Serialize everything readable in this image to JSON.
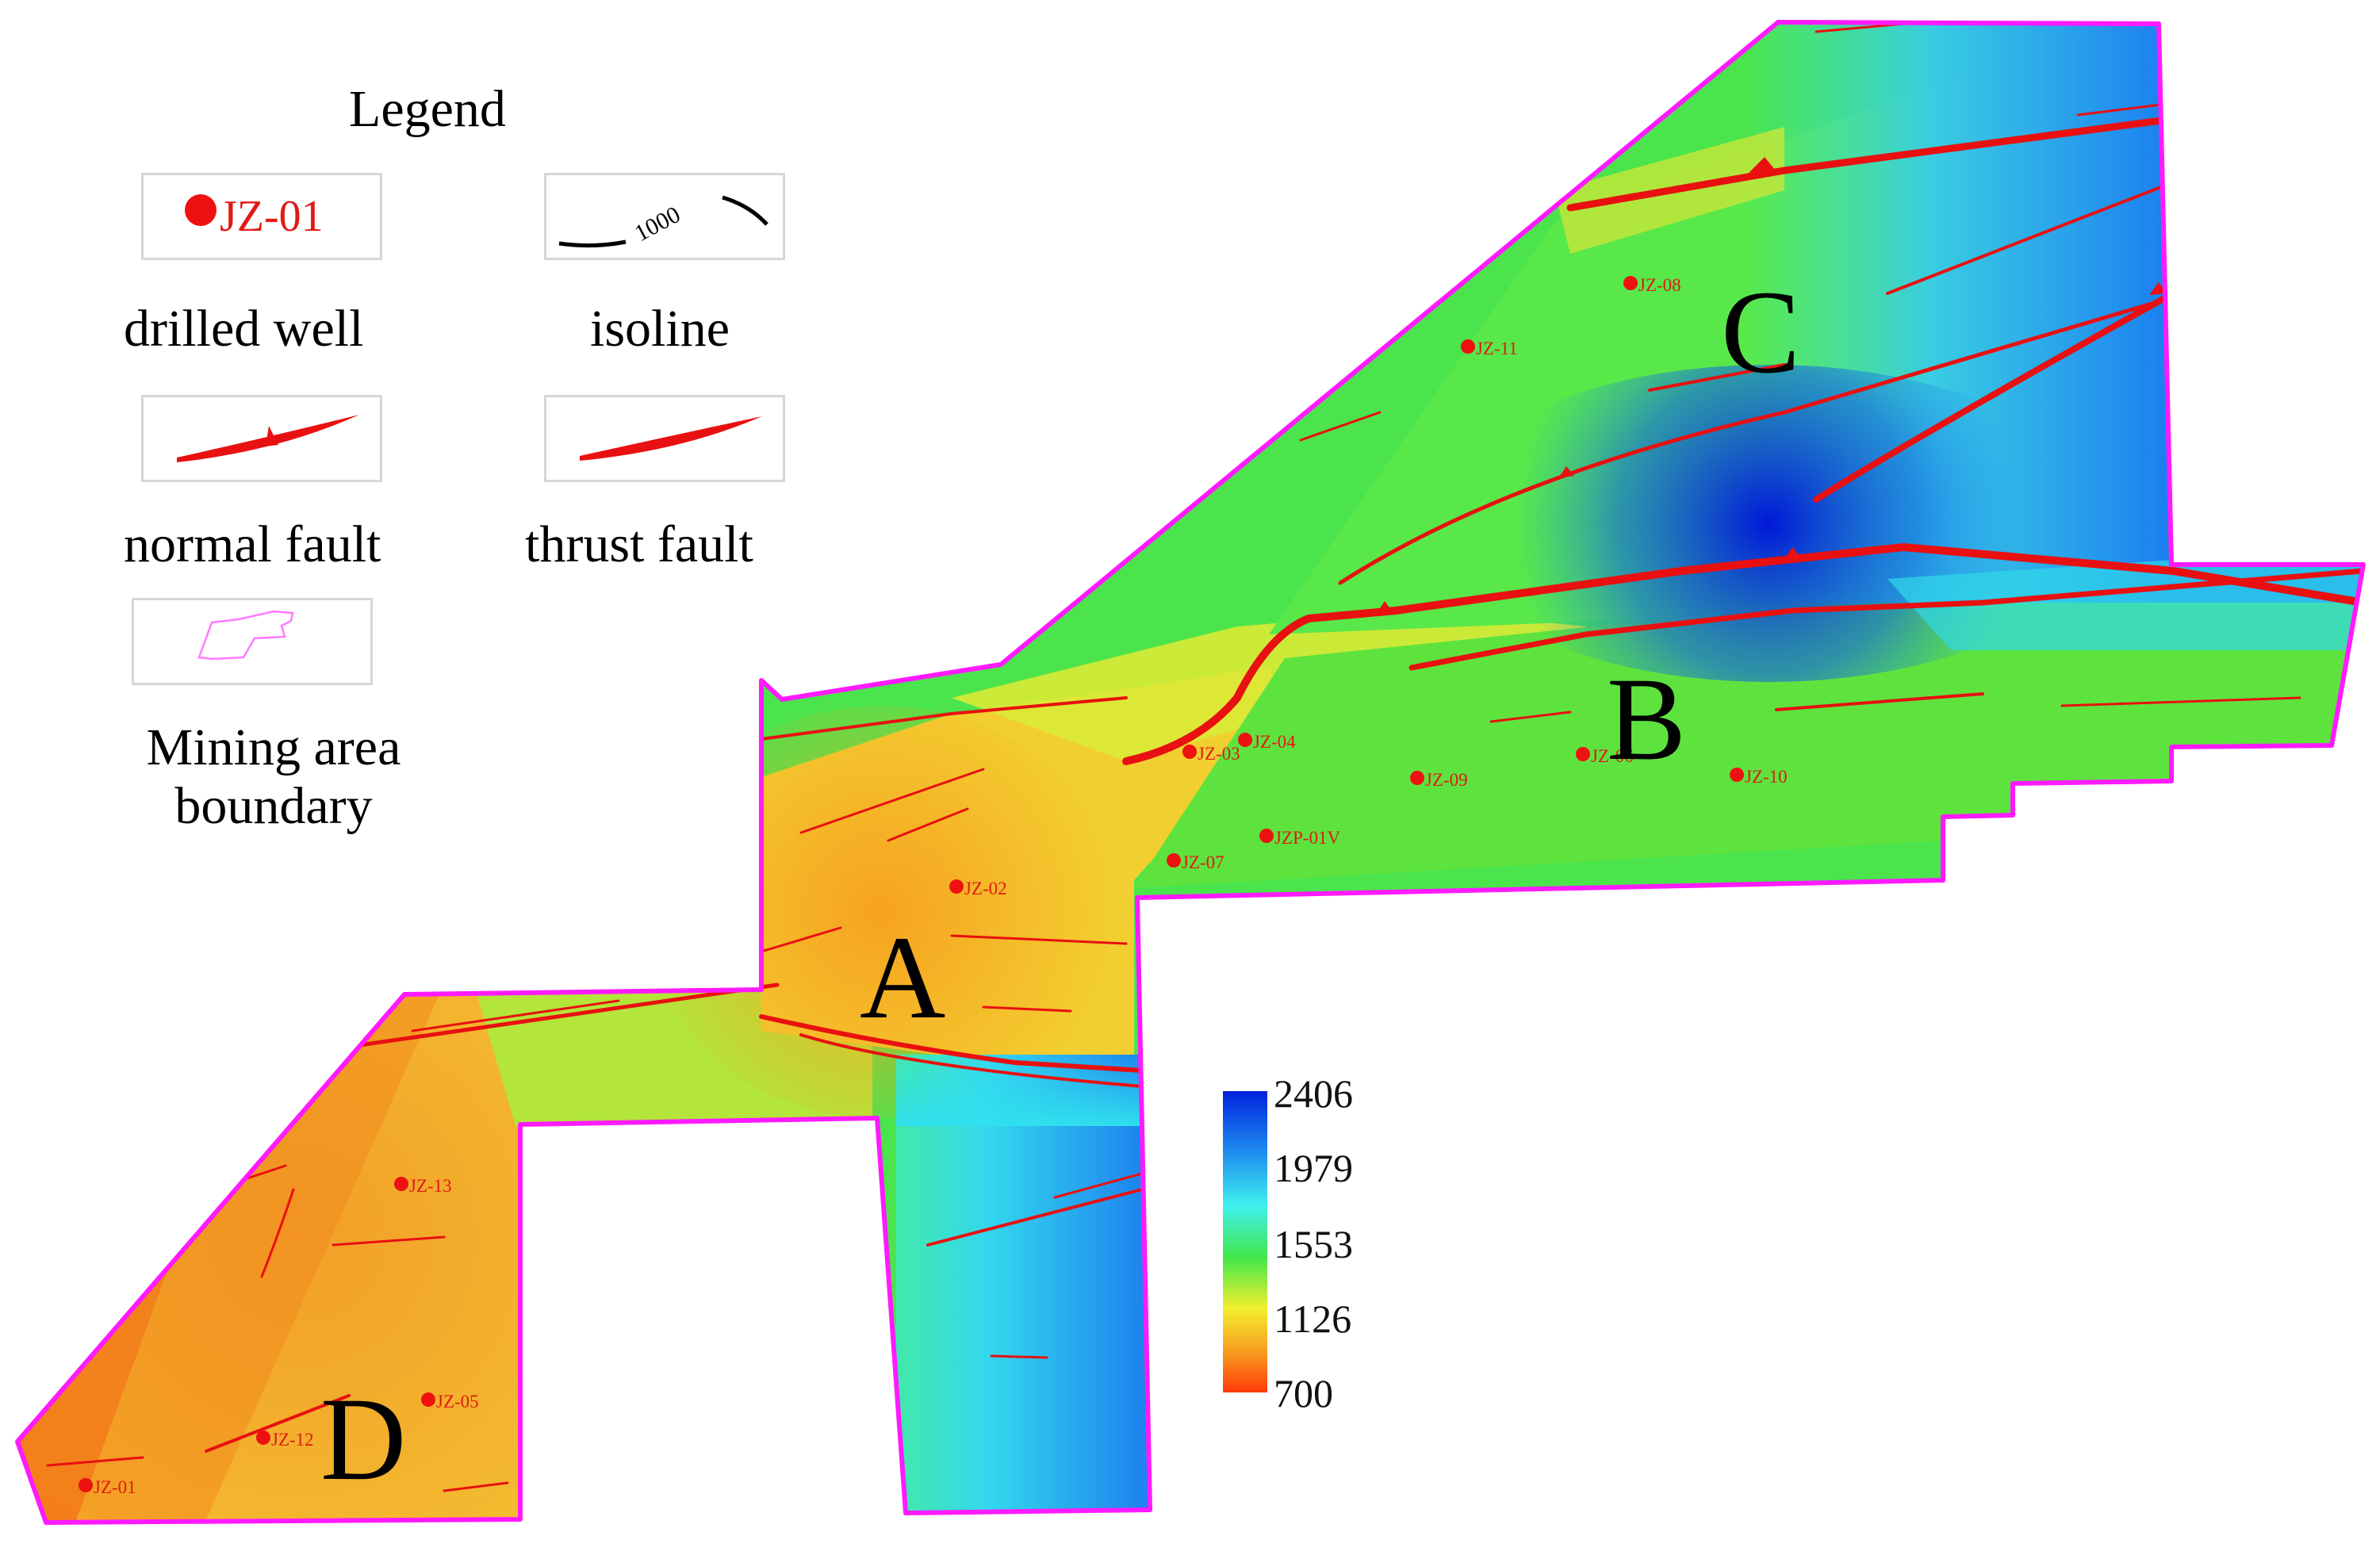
{
  "legend": {
    "title": "Legend",
    "items": [
      {
        "label": "drilled well",
        "sample": "JZ-01",
        "icon": "red-dot-icon"
      },
      {
        "label": "isoline",
        "sample": "1000",
        "icon": "isoline-icon"
      },
      {
        "label": "normal fault",
        "icon": "normal-fault-icon"
      },
      {
        "label": "thrust fault",
        "icon": "thrust-fault-icon"
      },
      {
        "label_line1": "Mining area",
        "label_line2": "boundary",
        "icon": "boundary-icon"
      }
    ]
  },
  "colorbar": {
    "ticks": [
      "2406",
      "1979",
      "1553",
      "1126",
      "700"
    ],
    "colors": [
      "#0022dd",
      "#1e8cf0",
      "#3ff0ee",
      "#40e84a",
      "#f2ef2e",
      "#f8a020",
      "#ff3a0a"
    ]
  },
  "zones": [
    "A",
    "B",
    "C",
    "D"
  ],
  "wells": [
    "JZ-01",
    "JZ-02",
    "JZ-03",
    "JZ-04",
    "JZ-05",
    "JZ-06",
    "JZ-07",
    "JZ-08",
    "JZ-09",
    "JZ-10",
    "JZ-11",
    "JZ-12",
    "JZ-13",
    "JZP-01V"
  ],
  "colors": {
    "boundary": "#ff1aff",
    "fault": "#e81010",
    "well": "#ee1111"
  }
}
